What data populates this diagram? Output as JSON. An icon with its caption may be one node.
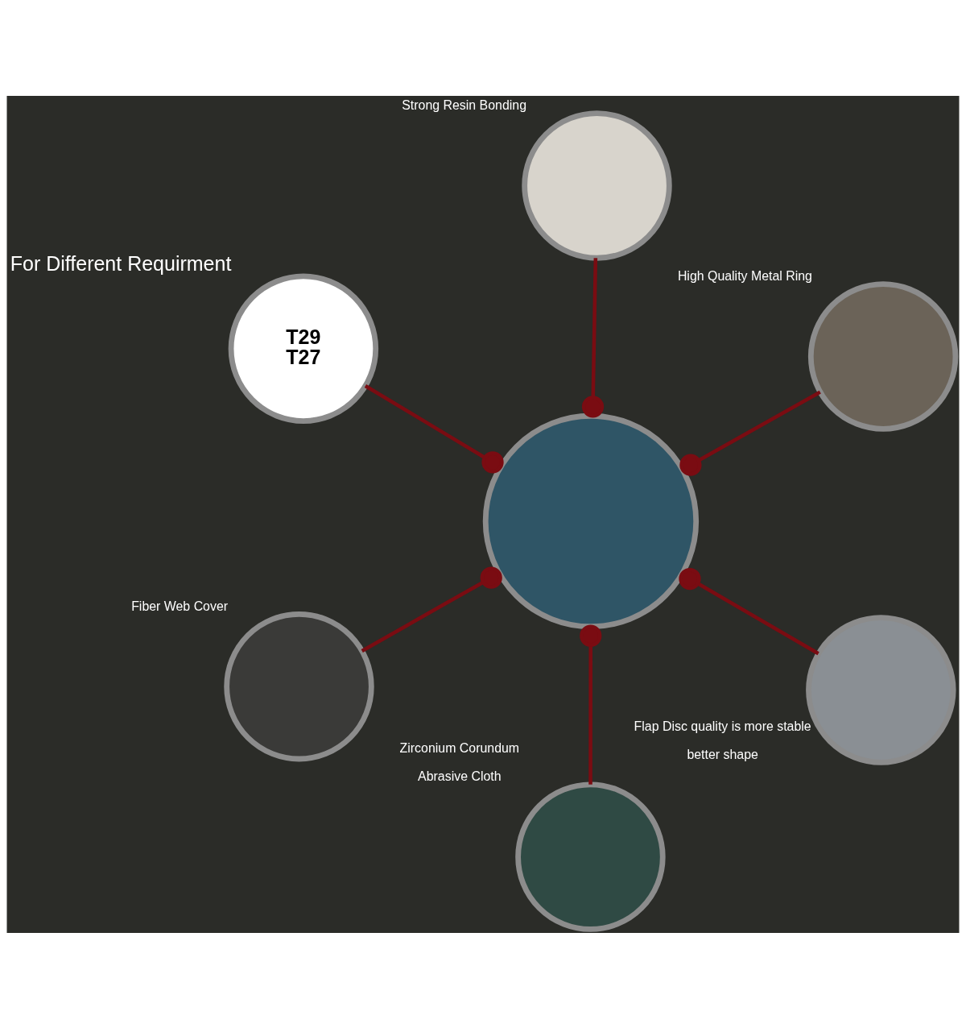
{
  "diagram": {
    "nodes": [
      {
        "text": [],
        "shape": "circle"
      },
      {
        "text": [],
        "shape": "circle",
        "beside": [
          "Flap Disc quality is more stable",
          "better shape"
        ]
      },
      {
        "text": [],
        "shape": "circle",
        "beside": [
          "Zirconium Corundum",
          "Abrasive Cloth"
        ]
      },
      {
        "text": [
          "T29",
          "T27"
        ],
        "beside": [
          "For Different Requirment"
        ]
      },
      {
        "text": [],
        "shape": "circle",
        "beside": [
          "High Quality Metal Ring"
        ]
      },
      {
        "text": [],
        "shape": "circle",
        "beside": [
          "Strong Resin Bonding"
        ]
      },
      {
        "text": [],
        "shape": "circle",
        "beside": [
          "Fiber Web Cover"
        ]
      }
    ],
    "edges": [
      {
        "from": 1,
        "to": 0,
        "arrow": "other"
      },
      {
        "from": 2,
        "to": 0,
        "arrow": "other"
      },
      {
        "from": 3,
        "to": 0,
        "arrow": "other"
      },
      {
        "from": 4,
        "to": 0,
        "arrow": "other"
      },
      {
        "from": 5,
        "to": 0,
        "arrow": "other"
      },
      {
        "from": 6,
        "to": 0,
        "arrow": "other"
      }
    ]
  }
}
